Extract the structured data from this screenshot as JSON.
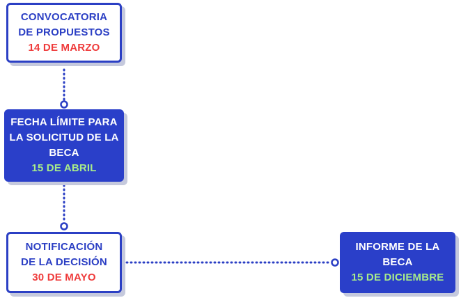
{
  "timeline": {
    "colors": {
      "accent_blue": "#2b3fc4",
      "date_red": "#ef3b3b",
      "date_green": "#a8ec8a",
      "shadow": "#c5c9dd"
    },
    "steps": [
      {
        "title_lines": [
          "CONVOCATORIA",
          "DE PROPUESTOS"
        ],
        "date": "14 DE MARZO",
        "style": "outline"
      },
      {
        "title_lines": [
          "FECHA LÍMITE PARA",
          "LA SOLICITUD DE LA",
          "BECA"
        ],
        "date": "15 DE ABRIL",
        "style": "filled"
      },
      {
        "title_lines": [
          "NOTIFICACIÓN",
          "DE LA DECISIÓN"
        ],
        "date": "30 DE MAYO",
        "style": "outline"
      },
      {
        "title_lines": [
          "INFORME DE LA",
          "BECA"
        ],
        "date": "15 DE DICIEMBRE",
        "style": "filled"
      }
    ]
  }
}
